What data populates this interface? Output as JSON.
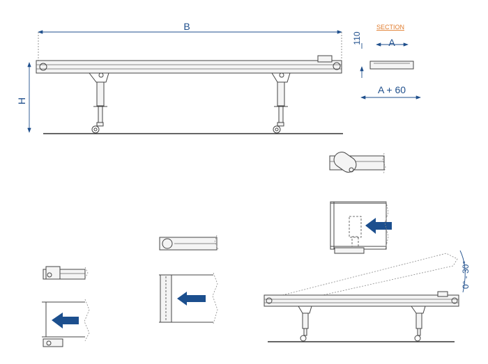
{
  "labels": {
    "width": "B",
    "height": "H",
    "dim_110": "110",
    "section_title": "SECTION",
    "section_width": "A",
    "section_total": "A + 60",
    "incline": "0° - 30°"
  },
  "colors": {
    "dimension": "#1f4f8c",
    "arrow": "#1c4f8e",
    "section_label": "#e07a2a",
    "drawing_line": "#444444"
  }
}
